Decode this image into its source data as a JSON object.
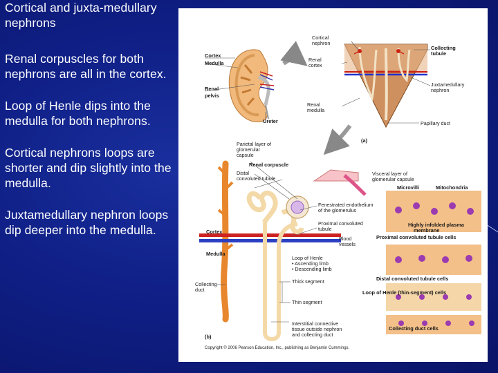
{
  "slide": {
    "paragraphs": [
      "Cortical and juxta-medullary nephrons",
      "Renal corpuscles for both nephrons are all in the cortex.",
      "Loop of Henle dips into the medulla for both nephrons.",
      "Cortical nephrons loops are shorter and dip slightly into the medulla.",
      "Juxtamedullary nephron loops dip deeper into the medulla."
    ]
  },
  "figure": {
    "a": {
      "tag": "(a)",
      "left_labels": {
        "cortex": "Cortex",
        "medulla": "Medulla",
        "renal_pelvis": [
          "Renal",
          "pelvis"
        ],
        "ureter": "Ureter"
      },
      "right_labels": {
        "cortical_nephron": [
          "Cortical",
          "nephron"
        ],
        "collecting_tubule": [
          "Collecting",
          "tubule"
        ],
        "renal_cortex": [
          "Renal",
          "cortex"
        ],
        "juxtamedullary_nephron": [
          "Juxtamedullary",
          "nephron"
        ],
        "renal_medulla": [
          "Renal",
          "medulla"
        ],
        "papillary_duct": "Papillary duct"
      }
    },
    "b": {
      "tag": "(b)",
      "labels": {
        "parietal_layer": [
          "Parietal layer of",
          "glomerular",
          "capsule"
        ],
        "renal_corpuscle": "Renal corpuscle",
        "distal_convoluted_tubule": [
          "Distal",
          "convoluted tubule"
        ],
        "visceral_layer": [
          "Visceral layer of",
          "glomerular capsule"
        ],
        "microvilli": "Microvilli",
        "mitochondria": "Mitochondria",
        "fenestrated_endothelium": [
          "Fenestrated endothelium",
          "of the glomerulus"
        ],
        "proximal_convoluted_tubule": [
          "Proximal convoluted",
          "tubule"
        ],
        "highly_infolded": [
          "Highly infolded plasma",
          "membrane"
        ],
        "pct_cells": "Proximal convoluted tubule cells",
        "cortex": "Cortex",
        "medulla": "Medulla",
        "blood_vessels": [
          "Blood",
          "vessels"
        ],
        "loop_of_henle": [
          "Loop of Henle",
          "• Ascending limb",
          "• Descending limb"
        ],
        "dct_cells": "Distal convoluted tubule cells",
        "collecting_duct": [
          "Collecting",
          "duct"
        ],
        "thick_segment": "Thick segment",
        "thin_segment": "Thin segment",
        "loh_cells": "Loop of Henle (thin-segment) cells",
        "interstitial": [
          "Interstitial connective",
          "tissue outside nephron",
          "and collecting duct"
        ],
        "cd_cells": "Collecting duct cells"
      }
    },
    "copyright": "Copyright © 2006 Pearson Education, Inc., publishing as Benjamin Cummings."
  }
}
